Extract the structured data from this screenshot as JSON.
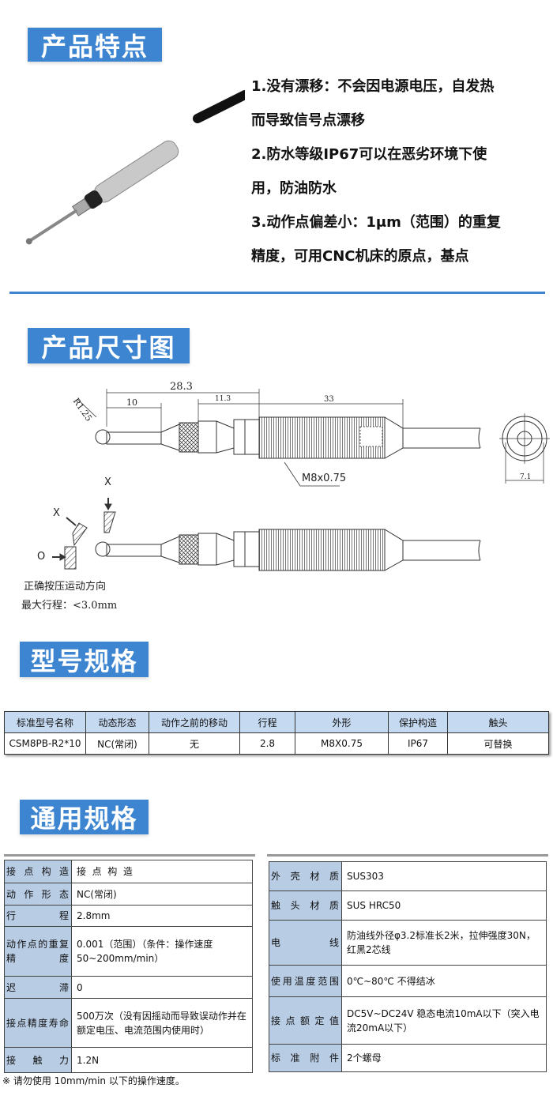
{
  "features": {
    "title": "产品特点",
    "lines": [
      "1.没有漂移：不会因电源电压，自发热",
      "而导致信号点漂移",
      "2.防水等级IP67可以在恶劣环境下使",
      "用，防油防水",
      "3.动作点偏差小：1μm（范围）的重复",
      "精度，可用CNC机床的原点，基点"
    ]
  },
  "dimensions": {
    "title": "产品尺寸图",
    "labels": {
      "d283": "28.3",
      "d10": "10",
      "d113": "11.3",
      "d33": "33",
      "r": "R1.25",
      "thread": "M8x0.75",
      "d71": "7.1",
      "x1": "X",
      "x2": "X",
      "o": "O"
    },
    "note1": "正确按压运动方向",
    "note2": "最大行程：<3.0mm"
  },
  "model": {
    "title": "型号规格",
    "headers": [
      "标准型号名称",
      "动态形态",
      "动作之前的移动",
      "行程",
      "外形",
      "保护构造",
      "触头"
    ],
    "row": [
      "CSM8PB-R2*10",
      "NC(常闭)",
      "无",
      "2.8",
      "M8X0.75",
      "IP67",
      "可替换"
    ]
  },
  "general": {
    "title": "通用规格",
    "left": [
      [
        "接点构造",
        "接  点  构  造"
      ],
      [
        "动作形态",
        "NC(常闭)"
      ],
      [
        "行程",
        "2.8mm"
      ],
      [
        "动作点的重复精度",
        "0.001（范围）（条件：操作速度50~200mm/min）"
      ],
      [
        "迟滞",
        "0"
      ],
      [
        "接点精度寿命",
        "500万次（没有因摇动而导致误动作并在额定电压、电流范围内使用时）"
      ],
      [
        "接触力",
        "1.2N"
      ]
    ],
    "right": [
      [
        "外壳材质",
        "SUS303"
      ],
      [
        "触头材质",
        "SUS HRC50"
      ],
      [
        "电线",
        "防油线外径φ3.2标准长2米，拉伸强度30N，红黑2芯线"
      ],
      [
        "使用温度范围",
        "0℃~80℃ 不得结冰"
      ],
      [
        "接点额定值",
        "DC5V~DC24V 稳态电流10mA以下（突入电流20mA以下）"
      ],
      [
        "标准附件",
        "2个螺母"
      ]
    ],
    "note": "※ 请勿使用 10mm/min 以下的操作速度。"
  },
  "colors": {
    "accent": "#3d85d0",
    "label_bg": "#b8cce4",
    "header_bg": "#c5d9f1"
  }
}
